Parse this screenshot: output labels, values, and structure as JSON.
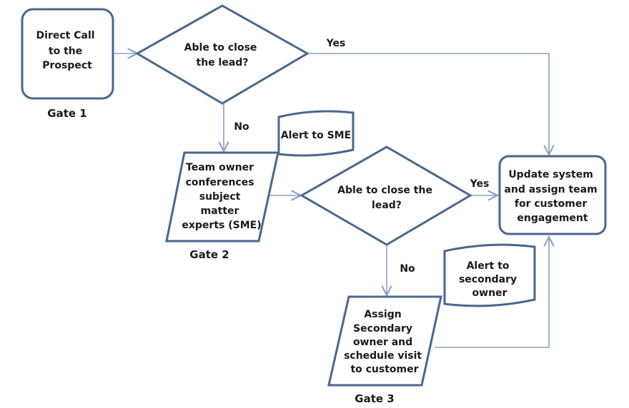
{
  "nodes": {
    "start": {
      "lines": [
        "Direct Call",
        "to the",
        "Prospect"
      ]
    },
    "decision1": {
      "lines": [
        "Able to close",
        "the lead?"
      ]
    },
    "sme": {
      "lines": [
        "Team owner",
        "conferences",
        "subject",
        "matter",
        "experts (SME)"
      ]
    },
    "alert_sme": {
      "lines": [
        "Alert to SME"
      ]
    },
    "decision2": {
      "lines": [
        "Able to close the",
        "lead?"
      ]
    },
    "update": {
      "lines": [
        "Update system",
        "and assign team",
        "for customer",
        "engagement"
      ]
    },
    "alert_secondary": {
      "lines": [
        "Alert to",
        "secondary",
        "owner"
      ]
    },
    "assign": {
      "lines": [
        "Assign",
        "Secondary",
        "owner and",
        "schedule visit",
        "to customer"
      ]
    }
  },
  "gates": {
    "gate1": "Gate 1",
    "gate2": "Gate 2",
    "gate3": "Gate 3"
  },
  "edge_labels": {
    "d1_yes": "Yes",
    "d1_no": "No",
    "d2_yes": "Yes",
    "d2_no": "No"
  },
  "colors": {
    "shape_stroke": "#4a6690",
    "connector": "#8aa2c4",
    "text": "#1a1a1a"
  }
}
